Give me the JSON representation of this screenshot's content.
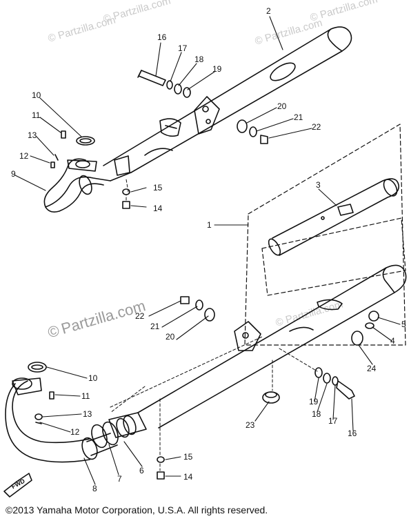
{
  "watermarks": [
    {
      "id": "wm1",
      "circle": "©",
      "text": "Partzilla.com"
    },
    {
      "id": "wm2",
      "circle": "©",
      "text": "Partzilla.com"
    },
    {
      "id": "wm3",
      "circle": "©",
      "text": "Partzilla.com"
    },
    {
      "id": "wm4",
      "circle": "©",
      "text": "Partzilla.com"
    },
    {
      "id": "wm5",
      "circle": "©",
      "text": "Partzilla.com"
    },
    {
      "id": "wm6",
      "circle": "©",
      "text": "Partzilla.com"
    }
  ],
  "callouts": [
    {
      "id": "c2",
      "text": "2"
    },
    {
      "id": "c16a",
      "text": "16"
    },
    {
      "id": "c17a",
      "text": "17"
    },
    {
      "id": "c18a",
      "text": "18"
    },
    {
      "id": "c19a",
      "text": "19"
    },
    {
      "id": "c10a",
      "text": "10"
    },
    {
      "id": "c11a",
      "text": "11"
    },
    {
      "id": "c13a",
      "text": "13"
    },
    {
      "id": "c12a",
      "text": "12"
    },
    {
      "id": "c9",
      "text": "9"
    },
    {
      "id": "c20a",
      "text": "20"
    },
    {
      "id": "c21a",
      "text": "21"
    },
    {
      "id": "c22a",
      "text": "22"
    },
    {
      "id": "c15a",
      "text": "15"
    },
    {
      "id": "c14a",
      "text": "14"
    },
    {
      "id": "c3",
      "text": "3"
    },
    {
      "id": "c1",
      "text": "1"
    },
    {
      "id": "c22b",
      "text": "22"
    },
    {
      "id": "c21b",
      "text": "21"
    },
    {
      "id": "c20b",
      "text": "20"
    },
    {
      "id": "c5",
      "text": "5"
    },
    {
      "id": "c4",
      "text": "4"
    },
    {
      "id": "c24",
      "text": "24"
    },
    {
      "id": "c10b",
      "text": "10"
    },
    {
      "id": "c11b",
      "text": "11"
    },
    {
      "id": "c13b",
      "text": "13"
    },
    {
      "id": "c12b",
      "text": "12"
    },
    {
      "id": "c19b",
      "text": "19"
    },
    {
      "id": "c18b",
      "text": "18"
    },
    {
      "id": "c17b",
      "text": "17"
    },
    {
      "id": "c16b",
      "text": "16"
    },
    {
      "id": "c23",
      "text": "23"
    },
    {
      "id": "c15b",
      "text": "15"
    },
    {
      "id": "c14b",
      "text": "14"
    },
    {
      "id": "c8",
      "text": "8"
    },
    {
      "id": "c7",
      "text": "7"
    },
    {
      "id": "c6",
      "text": "6"
    }
  ],
  "front_arrow_label": "FWD",
  "copyright": "©2013 Yamaha Motor Corporation, U.S.A. All rights reserved."
}
